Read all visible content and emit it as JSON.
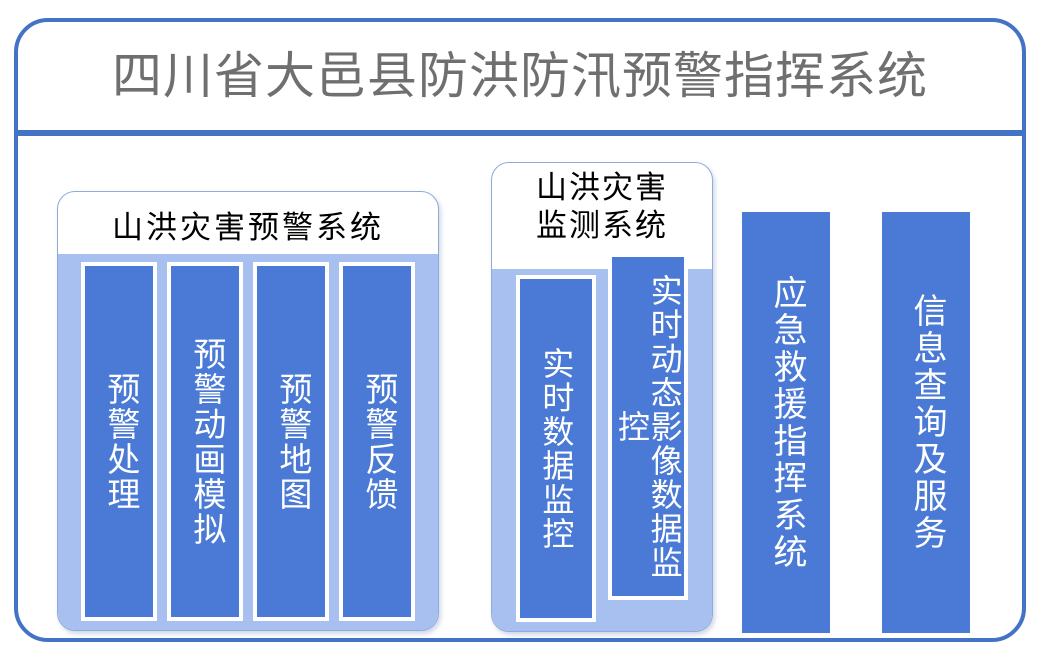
{
  "app": {
    "title": "四川省大邑县防洪防汛预警指挥系统",
    "frame_border_color": "#4472c4",
    "title_color": "#6f6f6f"
  },
  "colors": {
    "accent_blue": "#4472c4",
    "card_blue": "#4a7ad6",
    "panel_light_blue": "#a8c0f0",
    "panel_border": "#8faadc",
    "card_text": "#ffffff"
  },
  "panels": [
    {
      "id": "warning-system",
      "header": "山洪灾害预警系统",
      "cards": [
        {
          "id": "warning-processing",
          "label": "预警处理"
        },
        {
          "id": "warning-animation-simulation",
          "label": "预警动画模拟"
        },
        {
          "id": "warning-map",
          "label": "预警地图"
        },
        {
          "id": "warning-feedback",
          "label": "预警反馈"
        }
      ]
    },
    {
      "id": "monitoring-system",
      "header": "山洪灾害\n监测系统",
      "cards": [
        {
          "id": "realtime-data-monitoring",
          "label": "实时数据监控"
        },
        {
          "id": "realtime-dynamic-image-data-monitoring",
          "label": "实时动态影像数据监控"
        }
      ]
    }
  ],
  "columns": [
    {
      "id": "emergency-rescue-command-system",
      "label": "应急救援指挥系统"
    },
    {
      "id": "information-query-and-service",
      "label": "信息查询及服务"
    }
  ]
}
